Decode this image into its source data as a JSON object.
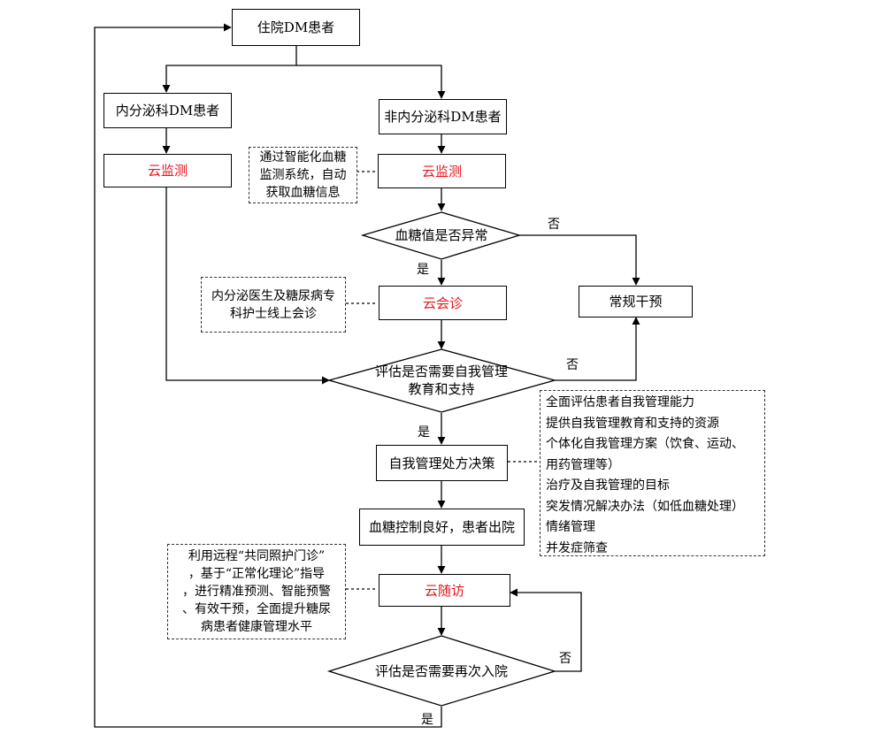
{
  "nodes": {
    "start": "住院DM患者",
    "endo_patient": "内分泌科DM患者",
    "non_endo_patient": "非内分泌科DM患者",
    "cloud_monitor_left": "云监测",
    "cloud_monitor_right": "云监测",
    "routine_intervention": "常规干预",
    "cloud_consult": "云会诊",
    "self_mgmt_decision": "自我管理处方决策",
    "discharge": "血糖控制良好，患者出院",
    "cloud_followup": "云随访"
  },
  "decisions": {
    "glucose_abnormal": "血糖值是否异常",
    "need_self_mgmt": [
      "评估是否需要自我管理",
      "教育和支持"
    ],
    "need_readmission": "评估是否需要再次入院"
  },
  "notes": {
    "monitor_system": [
      "通过智能化血糖",
      "监测系统，自动",
      "获取血糖信息"
    ],
    "consult_team": [
      "内分泌医生及糖尿病专",
      "科护士线上会诊"
    ],
    "self_mgmt_items": [
      "全面评估患者自我管理能力",
      "提供自我管理教育和支持的资源",
      "个体化自我管理方案（饮食、运动、",
      "用药管理等）",
      "治疗及自我管理的目标",
      "突发情况解决办法（如低血糖处理）",
      "情绪管理",
      "并发症筛查"
    ],
    "followup_desc": [
      "利用远程“共同照护门诊”",
      "，基于“正常化理论”指导",
      "，进行精准预测、智能预警",
      "、有效干预，全面提升糖尿",
      "病患者健康管理水平"
    ]
  },
  "edge_labels": {
    "glucose_no": "否",
    "glucose_yes": "是",
    "self_mgmt_no": "否",
    "self_mgmt_yes": "是",
    "readmit_no": "否",
    "readmit_yes": "是"
  },
  "colors": {
    "line": "#000000",
    "highlight_text": "#e8141b",
    "note_border": "#333333"
  }
}
